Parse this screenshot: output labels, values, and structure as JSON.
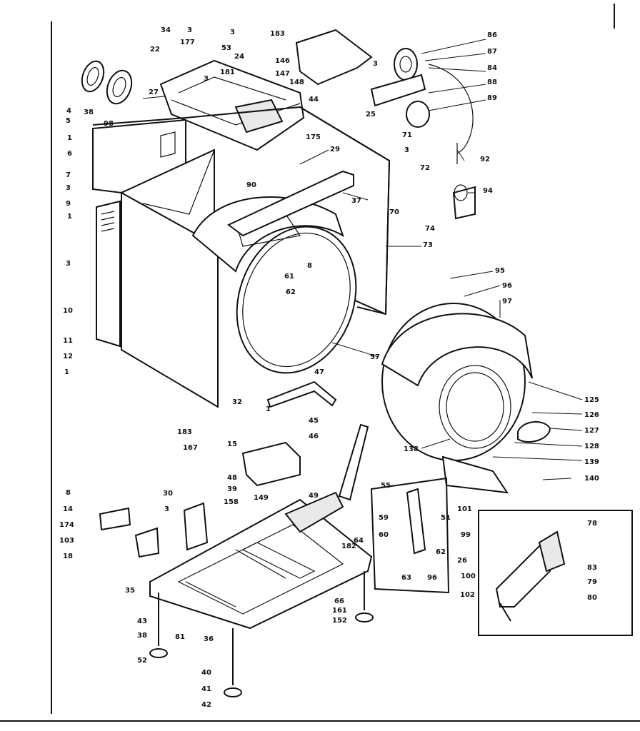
{
  "labels": {
    "l34": "34",
    "l3a": "3",
    "l183": "183",
    "l177": "177",
    "l53": "53",
    "l24": "24",
    "l3b": "3",
    "l22": "22",
    "l181": "181",
    "l3c": "3",
    "l146": "146",
    "l147": "147",
    "l148": "148",
    "l27": "27",
    "l44": "44",
    "l86": "86",
    "l87": "87",
    "l84": "84",
    "l88": "88",
    "l89": "89",
    "l25": "25",
    "l3d": "3",
    "l92": "92",
    "l71": "71",
    "l72": "72",
    "l3e": "3",
    "l94": "94",
    "l70": "70",
    "l74": "74",
    "l73": "73",
    "l4": "4",
    "l38": "38",
    "l98": "98",
    "l5": "5",
    "l6": "6",
    "l1a": "1",
    "l7": "7",
    "l3f": "3",
    "l9": "9",
    "l1b": "1",
    "l3g": "3",
    "l10": "10",
    "l11": "11",
    "l12": "12",
    "l1c": "1",
    "l175": "175",
    "l29": "29",
    "l90": "90",
    "l37": "37",
    "l61": "61",
    "l8": "8",
    "l62": "62",
    "l57": "57",
    "l32": "32",
    "l47": "47",
    "l1d": "1",
    "l95": "95",
    "l96": "96",
    "l97": "97",
    "l125": "125",
    "l126": "126",
    "l127": "127",
    "l128": "128",
    "l139": "139",
    "l140": "140",
    "l138": "138",
    "l45": "45",
    "l46": "46",
    "l183b": "183",
    "l167": "167",
    "l15": "15",
    "l149": "149",
    "l48": "48",
    "l39": "39",
    "l158": "158",
    "l30": "30",
    "l3h": "3",
    "l8b": "8",
    "l14": "14",
    "l174": "174",
    "l103": "103",
    "l18": "18",
    "l49": "49",
    "l55": "55",
    "l59": "59",
    "l60": "60",
    "l51": "51",
    "l101": "101",
    "l182": "182",
    "l64": "64",
    "l99": "99",
    "l26": "26",
    "l100": "100",
    "l62b": "62",
    "l63": "63",
    "l96b": "96",
    "l102": "102",
    "l35": "35",
    "l43": "43",
    "l36": "36",
    "l81": "81",
    "l52": "52",
    "l38b": "38",
    "l66": "66",
    "l161": "161",
    "l152": "152",
    "l40": "40",
    "l41": "41",
    "l42": "42",
    "l78": "78",
    "l83": "83",
    "l79": "79",
    "l80": "80"
  },
  "colors": {
    "ink": "#111111",
    "paper": "#ffffff",
    "shade": "#e9e9e9"
  }
}
